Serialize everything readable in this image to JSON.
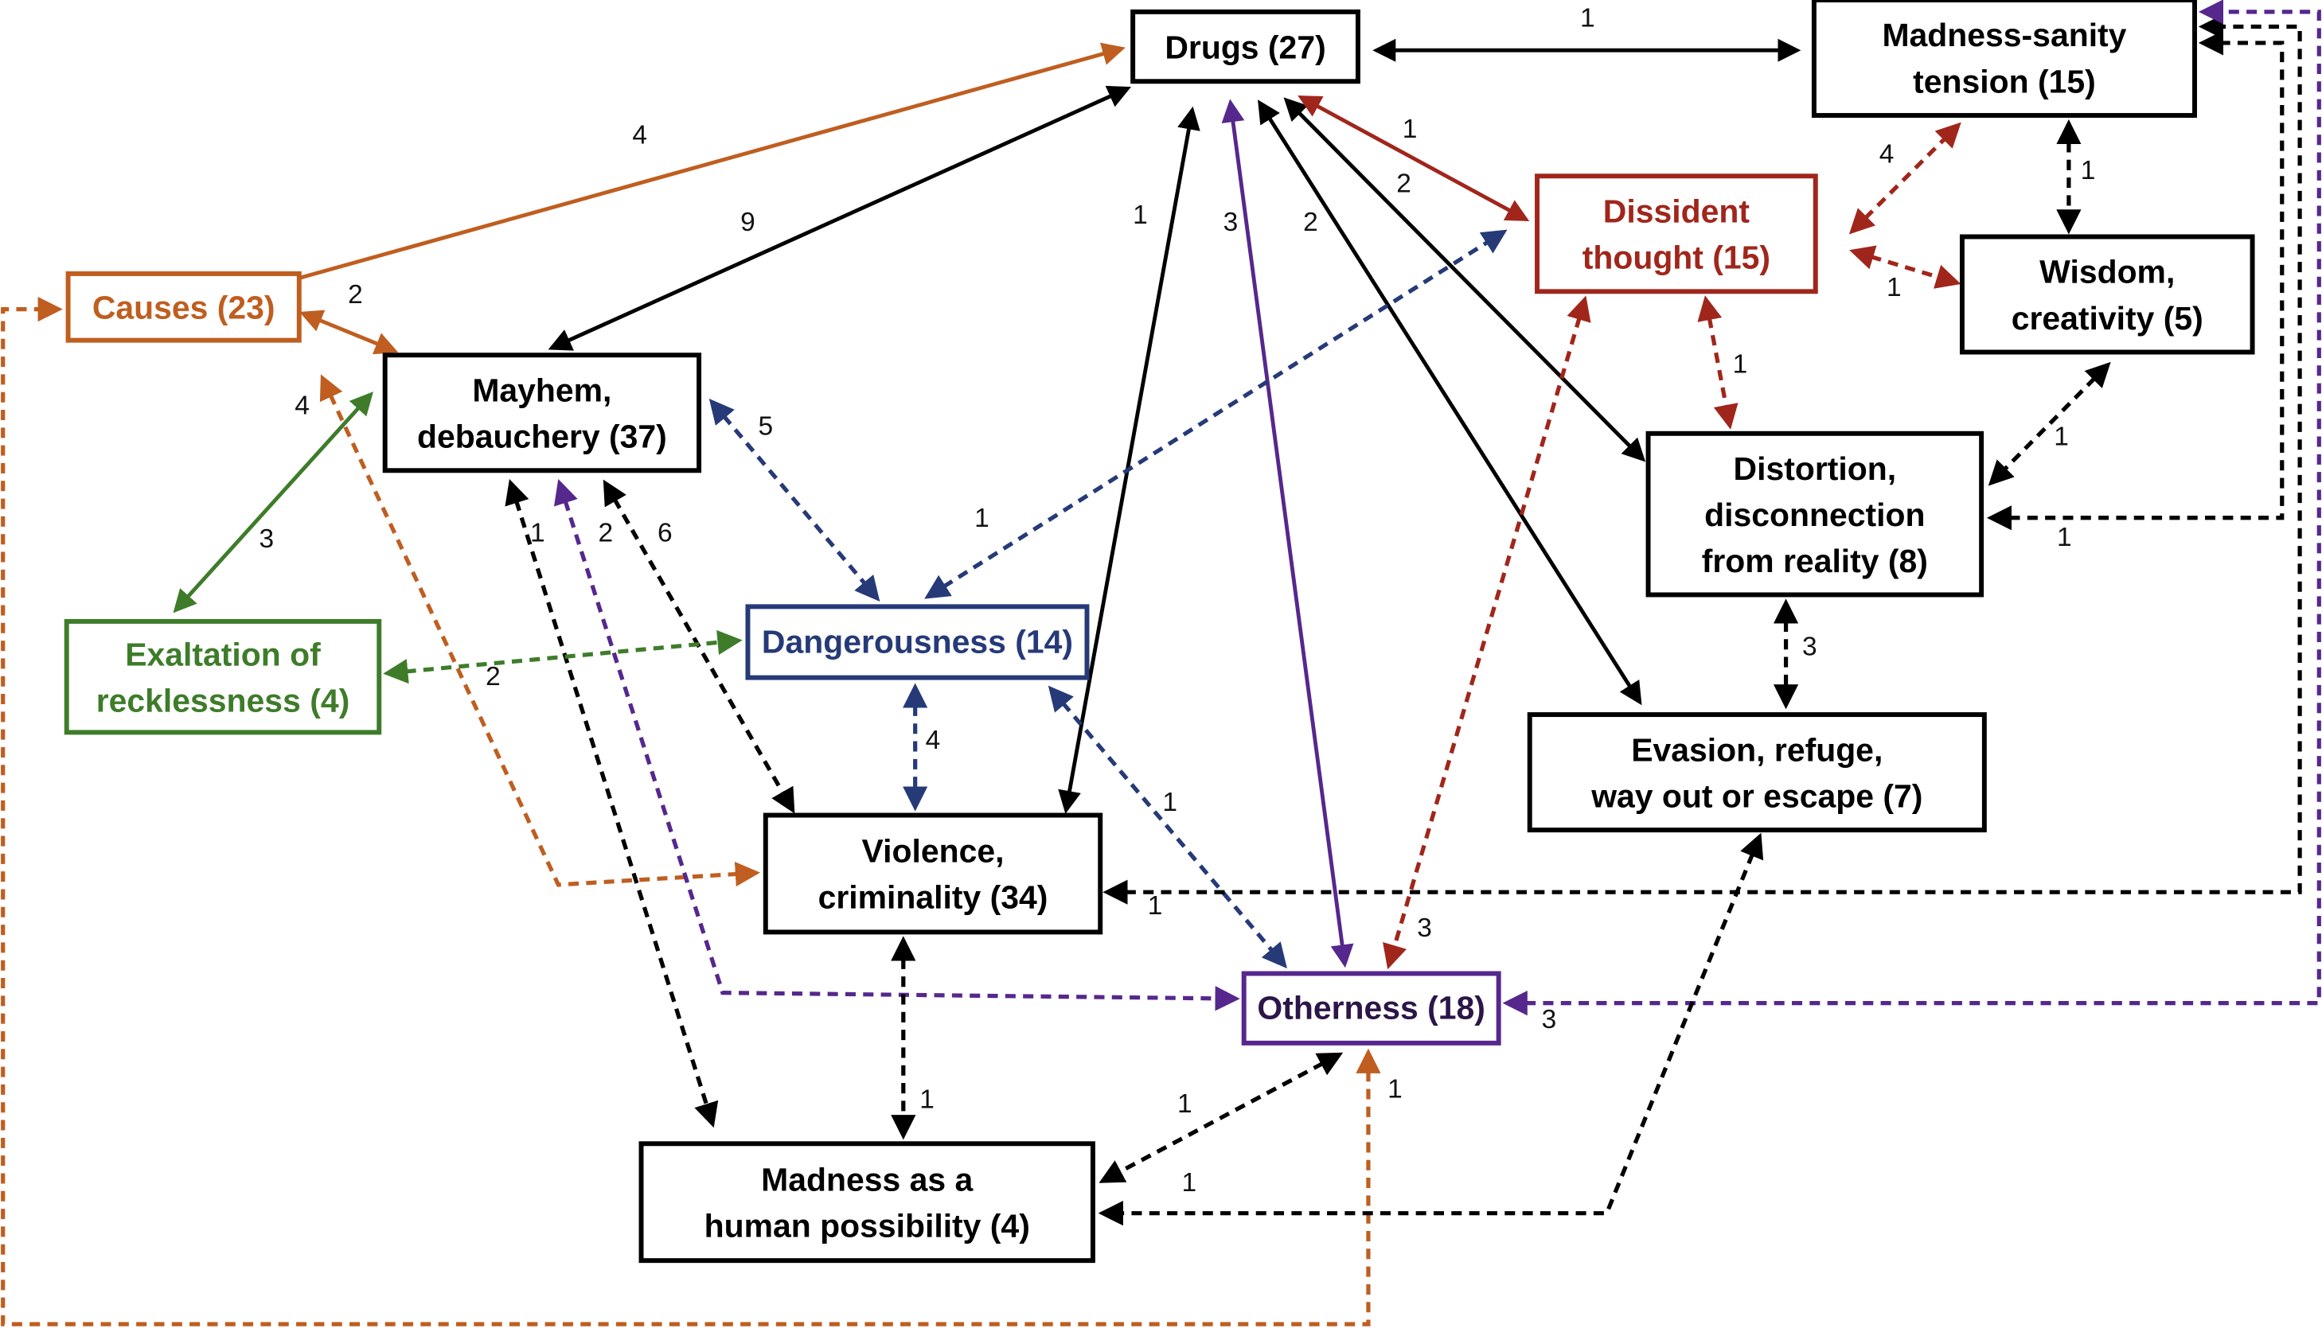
{
  "diagram": {
    "colors": {
      "black": "#000000",
      "orange": "#BF5E20",
      "green": "#3E7C2A",
      "navy": "#263A78",
      "red": "#A0261B",
      "purple": "#56278C",
      "purple_text": "#2C1548"
    },
    "nodes": [
      {
        "id": "drugs",
        "lines": [
          "Drugs (27)"
        ],
        "color": "black"
      },
      {
        "id": "madness_sanity",
        "lines": [
          "Madness-sanity",
          "tension (15)"
        ],
        "color": "black"
      },
      {
        "id": "causes",
        "lines": [
          "Causes (23)"
        ],
        "color": "orange"
      },
      {
        "id": "mayhem",
        "lines": [
          "Mayhem,",
          "debauchery (37)"
        ],
        "color": "black"
      },
      {
        "id": "dissident",
        "lines": [
          "Dissident",
          "thought (15)"
        ],
        "color": "red"
      },
      {
        "id": "wisdom",
        "lines": [
          "Wisdom,",
          "creativity (5)"
        ],
        "color": "black"
      },
      {
        "id": "distortion",
        "lines": [
          "Distortion,",
          "disconnection",
          "from reality (8)"
        ],
        "color": "black"
      },
      {
        "id": "exaltation",
        "lines": [
          "Exaltation of",
          "recklessness (4)"
        ],
        "color": "green"
      },
      {
        "id": "dangerousness",
        "lines": [
          "Dangerousness (14)"
        ],
        "color": "navy"
      },
      {
        "id": "evasion",
        "lines": [
          "Evasion, refuge,",
          "way out or escape (7)"
        ],
        "color": "black"
      },
      {
        "id": "violence",
        "lines": [
          "Violence,",
          "criminality (34)"
        ],
        "color": "black"
      },
      {
        "id": "otherness",
        "lines": [
          "Otherness (18)"
        ],
        "color": "purple",
        "text_color": "purple_text"
      },
      {
        "id": "madness_human",
        "lines": [
          "Madness as a",
          "human possibility (4)"
        ],
        "color": "black"
      }
    ],
    "edges": [
      {
        "from": "drugs",
        "to": "madness_sanity",
        "label": "1",
        "color": "black",
        "style": "solid",
        "arrows": "both"
      },
      {
        "from": "drugs",
        "to": "causes",
        "label": "4",
        "color": "orange",
        "style": "solid",
        "arrows": "both"
      },
      {
        "from": "drugs",
        "to": "mayhem",
        "label": "9",
        "color": "black",
        "style": "solid",
        "arrows": "both"
      },
      {
        "from": "drugs",
        "to": "violence",
        "label": "1",
        "color": "black",
        "style": "solid",
        "arrows": "both"
      },
      {
        "from": "drugs",
        "to": "otherness",
        "label": "3",
        "color": "purple",
        "style": "solid",
        "arrows": "both"
      },
      {
        "from": "drugs",
        "to": "evasion",
        "label": "2",
        "color": "black",
        "style": "solid",
        "arrows": "both"
      },
      {
        "from": "drugs",
        "to": "distortion",
        "label": "2",
        "color": "black",
        "style": "solid",
        "arrows": "both"
      },
      {
        "from": "drugs",
        "to": "dissident",
        "label": "1",
        "color": "red",
        "style": "solid",
        "arrows": "both"
      },
      {
        "from": "causes",
        "to": "mayhem",
        "label": "2",
        "color": "orange",
        "style": "solid",
        "arrows": "both"
      },
      {
        "from": "causes",
        "to": "violence",
        "label": "4",
        "color": "orange",
        "style": "dashed",
        "arrows": "both"
      },
      {
        "from": "causes",
        "to": "otherness",
        "label": "1",
        "color": "orange",
        "style": "dashed",
        "arrows": "both"
      },
      {
        "from": "mayhem",
        "to": "exaltation",
        "label": "3",
        "color": "green",
        "style": "solid",
        "arrows": "both"
      },
      {
        "from": "mayhem",
        "to": "dangerousness",
        "label": "5",
        "color": "navy",
        "style": "dashed",
        "arrows": "both"
      },
      {
        "from": "mayhem",
        "to": "madness_human",
        "label": "1",
        "color": "black",
        "style": "dashed",
        "arrows": "both"
      },
      {
        "from": "mayhem",
        "to": "otherness",
        "label": "2",
        "color": "purple",
        "style": "dashed",
        "arrows": "both"
      },
      {
        "from": "mayhem",
        "to": "violence",
        "label": "6",
        "color": "black",
        "style": "dashed",
        "arrows": "both"
      },
      {
        "from": "exaltation",
        "to": "dangerousness",
        "label": "2",
        "color": "green",
        "style": "dashed",
        "arrows": "both"
      },
      {
        "from": "dangerousness",
        "to": "dissident",
        "label": "1",
        "color": "navy",
        "style": "dashed",
        "arrows": "both"
      },
      {
        "from": "dangerousness",
        "to": "violence",
        "label": "4",
        "color": "navy",
        "style": "dashed",
        "arrows": "both"
      },
      {
        "from": "dangerousness",
        "to": "otherness",
        "label": "1",
        "color": "navy",
        "style": "dashed",
        "arrows": "both"
      },
      {
        "from": "dissident",
        "to": "madness_sanity",
        "label": "4",
        "color": "red",
        "style": "dashed",
        "arrows": "both"
      },
      {
        "from": "dissident",
        "to": "wisdom",
        "label": "1",
        "color": "red",
        "style": "dashed",
        "arrows": "both"
      },
      {
        "from": "dissident",
        "to": "distortion",
        "label": "1",
        "color": "red",
        "style": "dashed",
        "arrows": "both"
      },
      {
        "from": "dissident",
        "to": "otherness",
        "label": "3",
        "color": "red",
        "style": "dashed",
        "arrows": "both"
      },
      {
        "from": "madness_sanity",
        "to": "wisdom",
        "label": "1",
        "color": "black",
        "style": "dashed",
        "arrows": "both"
      },
      {
        "from": "wisdom",
        "to": "distortion",
        "label": "1",
        "color": "black",
        "style": "dashed",
        "arrows": "both"
      },
      {
        "from": "distortion",
        "to": "madness_sanity",
        "label": "1",
        "color": "black",
        "style": "dashed",
        "arrows": "both"
      },
      {
        "from": "distortion",
        "to": "evasion",
        "label": "3",
        "color": "black",
        "style": "dashed",
        "arrows": "both"
      },
      {
        "from": "violence",
        "to": "madness_sanity",
        "label": "1",
        "color": "black",
        "style": "dashed",
        "arrows": "both"
      },
      {
        "from": "violence",
        "to": "madness_human",
        "label": "1",
        "color": "black",
        "style": "dashed",
        "arrows": "both"
      },
      {
        "from": "otherness",
        "to": "madness_sanity",
        "label": "3",
        "color": "purple",
        "style": "dashed",
        "arrows": "both"
      },
      {
        "from": "otherness",
        "to": "madness_human",
        "label": "1",
        "color": "black",
        "style": "dashed",
        "arrows": "both"
      },
      {
        "from": "evasion",
        "to": "madness_human",
        "label": "1",
        "color": "black",
        "style": "dashed",
        "arrows": "both"
      }
    ]
  }
}
